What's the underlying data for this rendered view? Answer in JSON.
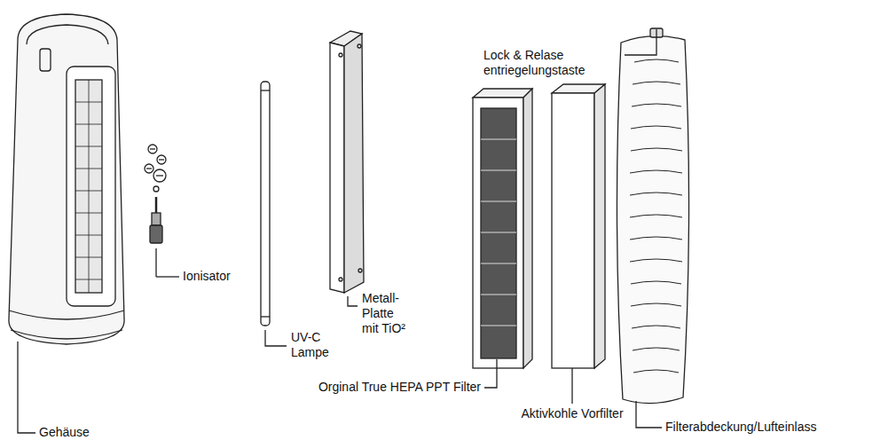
{
  "diagram": {
    "labels": [
      "Lock & Relase entriegelungstaste",
      "Ionisator",
      "UV-C Lampe",
      "Metall- Platte mit TiO²",
      "Orginal True HEPA PPT Filter",
      "Aktivkohle Vorfilter",
      "Filterabdeckung/Lufteinlass",
      "Gehäuse"
    ]
  }
}
